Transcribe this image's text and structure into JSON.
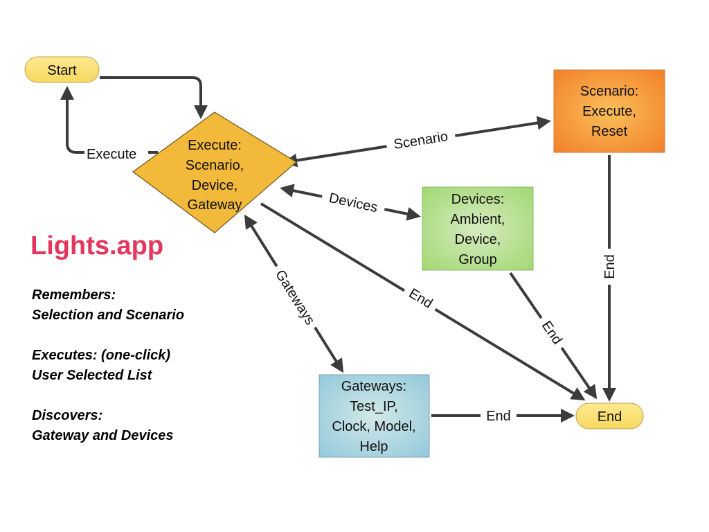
{
  "app_title": "Lights.app",
  "colors": {
    "terminal_fill": "#fbe27a",
    "terminal_stroke": "#b8a25a",
    "decision_fill": "#f2b93b",
    "scenario_fill": "#f58a2e",
    "devices_fill": "#a9dc7a",
    "gateways_fill": "#9fcfdd",
    "edge": "#3b3b3b",
    "title": "#e3375e"
  },
  "nodes": {
    "start": {
      "label": "Start",
      "shape": "terminal"
    },
    "execute": {
      "label_lines": [
        "Execute:",
        "Scenario,",
        "Device,",
        "Gateway"
      ],
      "shape": "decision"
    },
    "scenario": {
      "label_lines": [
        "Scenario:",
        "Execute,",
        "Reset"
      ],
      "shape": "process"
    },
    "devices": {
      "label_lines": [
        "Devices:",
        "Ambient,",
        "Device,",
        "Group"
      ],
      "shape": "process"
    },
    "gateways": {
      "label_lines": [
        "Gateways:",
        "Test_IP,",
        "Clock, Model,",
        "Help"
      ],
      "shape": "process"
    },
    "end": {
      "label": "End",
      "shape": "terminal"
    }
  },
  "edges": [
    {
      "from": "start",
      "to": "execute",
      "label": ""
    },
    {
      "from": "execute",
      "to": "start",
      "label": "Execute"
    },
    {
      "from": "execute",
      "to": "scenario",
      "label": "Scenario",
      "bidirectional": true
    },
    {
      "from": "execute",
      "to": "devices",
      "label": "Devices",
      "bidirectional": true
    },
    {
      "from": "execute",
      "to": "gateways",
      "label": "Gateways",
      "bidirectional": true
    },
    {
      "from": "execute",
      "to": "end",
      "label": "End"
    },
    {
      "from": "devices",
      "to": "end",
      "label": "End"
    },
    {
      "from": "scenario",
      "to": "end",
      "label": "End"
    },
    {
      "from": "gateways",
      "to": "end",
      "label": "End"
    }
  ],
  "notes": [
    {
      "heading": "Remembers:",
      "detail": "Selection and Scenario"
    },
    {
      "heading": "Executes: (one-click)",
      "detail": "User Selected List"
    },
    {
      "heading": "Discovers:",
      "detail": "Gateway and Devices"
    }
  ]
}
